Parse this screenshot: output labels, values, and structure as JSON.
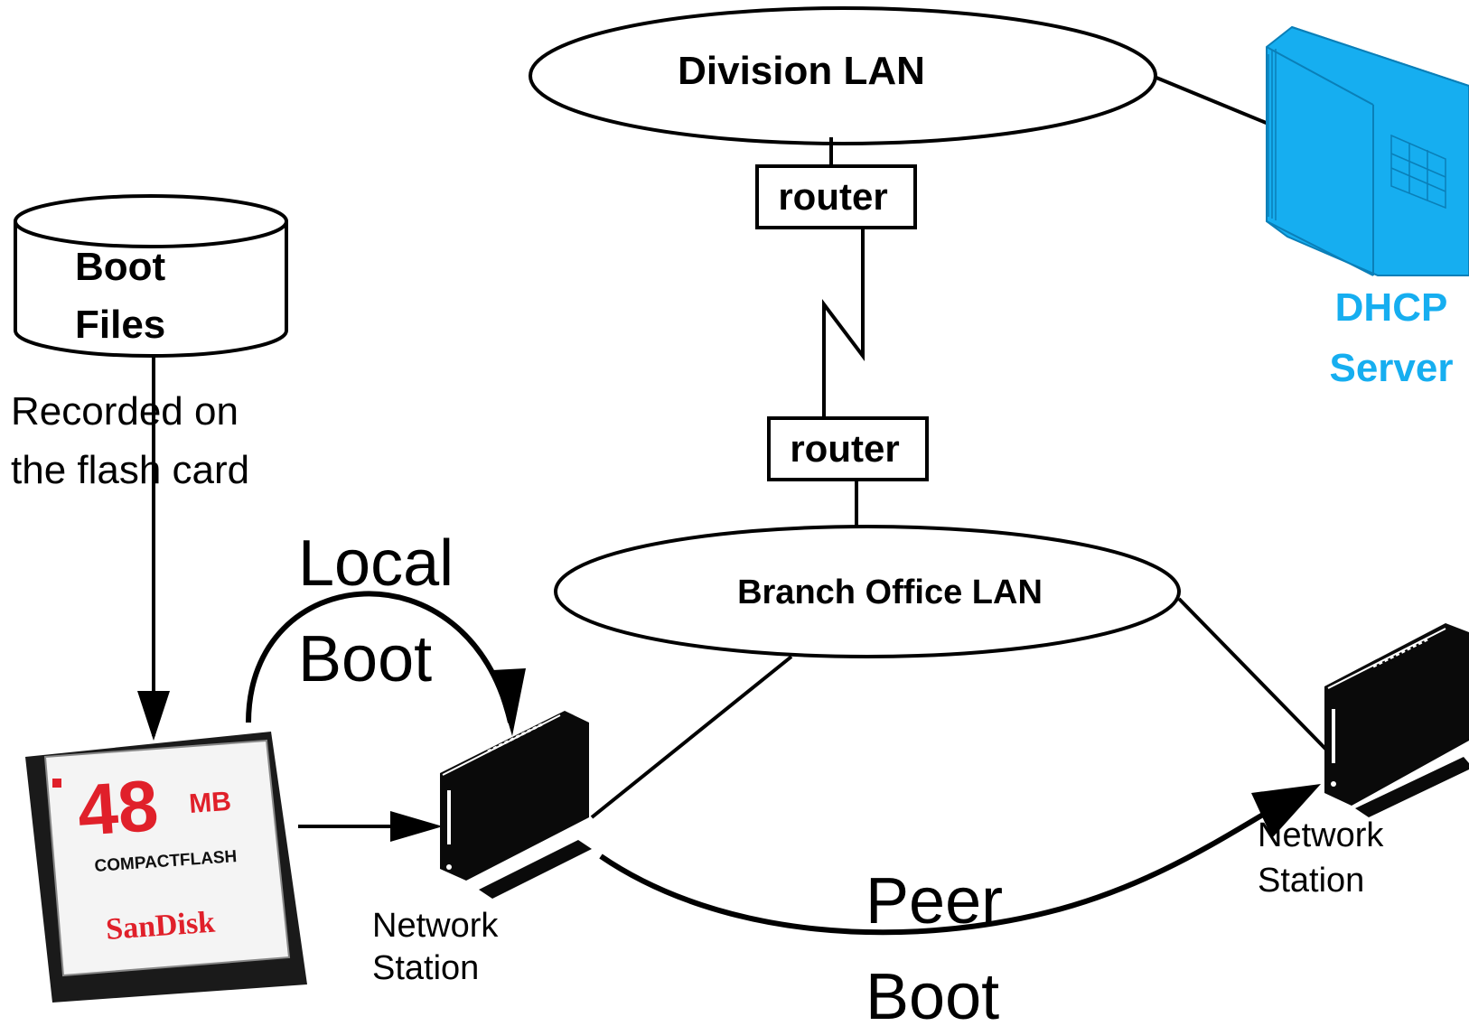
{
  "division_lan": {
    "label": "Division LAN"
  },
  "router_top": {
    "label": "router"
  },
  "router_bottom": {
    "label": "router"
  },
  "branch_lan": {
    "label": "Branch Office LAN"
  },
  "dhcp_server": {
    "line1": "DHCP",
    "line2": "Server",
    "color": "#16aef0"
  },
  "boot_files": {
    "line1": "Boot",
    "line2": "Files"
  },
  "recorded_note": {
    "line1": "Recorded on",
    "line2": "the flash card"
  },
  "local_boot": {
    "line1": "Local",
    "line2": "Boot"
  },
  "peer_boot": {
    "line1": "Peer",
    "line2": "Boot"
  },
  "station_left": {
    "line1": "Network",
    "line2": "Station"
  },
  "station_right": {
    "line1": "Network",
    "line2": "Station"
  },
  "flash_card": {
    "capacity": "48",
    "unit": "MB",
    "type": "COMPACTFLASH",
    "brand": "SanDisk",
    "accent": "#e0202a"
  },
  "colors": {
    "line": "#000000",
    "server_blue": "#16aef0"
  }
}
